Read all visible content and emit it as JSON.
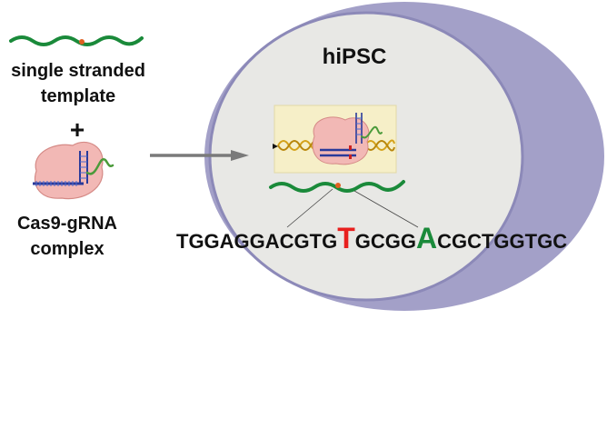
{
  "labels": {
    "template": "single stranded template",
    "template_line1": "single stranded",
    "template_line2": "template",
    "plus": "+",
    "cas9_line1": "Cas9-gRNA",
    "cas9_line2": "complex",
    "cell": "hiPSC"
  },
  "sequence": {
    "before": "TGGAGGACGTG",
    "mut1": "T",
    "middle": "GCGG",
    "mut2": "A",
    "after": "CGCTGGTGC"
  },
  "colors": {
    "cell_outer": "#a3a0c8",
    "cell_inner": "#e8e8e5",
    "dna_strand": "#1a8a3a",
    "mutation_site": "#e06020",
    "mut1": "#e8201e",
    "mut2": "#1a8a3a",
    "cas9_protein": "#f2b8b5",
    "grna": "#4a9a3a",
    "helix": "#d4a21a",
    "arrow": "#7a7a7a",
    "inset_bg": "#f6efc8"
  },
  "icons": {
    "ss_template": "wavy-dna-strand-icon",
    "cas9": "cas9-grna-complex-icon",
    "arrow": "right-arrow-icon",
    "inset": "cas9-bound-dna-icon"
  }
}
